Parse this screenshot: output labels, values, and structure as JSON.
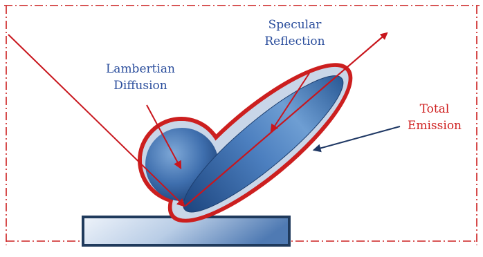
{
  "diagram": {
    "labels": {
      "lambertian": [
        "Lambertian",
        "Diffusion"
      ],
      "specular": [
        "Specular",
        "Reflection"
      ],
      "total": [
        "Total",
        "Emission"
      ]
    },
    "colors": {
      "frame": "#cc1f1f",
      "arrow_red": "#c8161d",
      "arrow_navy": "#1f3864",
      "label_blue": "#2a4d9c",
      "label_red": "#cf1f1f",
      "lobe_dark": "#1f4e8a",
      "lobe_light": "#6f9fd0",
      "halo": "#c9d6e8",
      "surface_fill": "#dbe6f3",
      "surface_border": "#1f3a5c"
    }
  }
}
